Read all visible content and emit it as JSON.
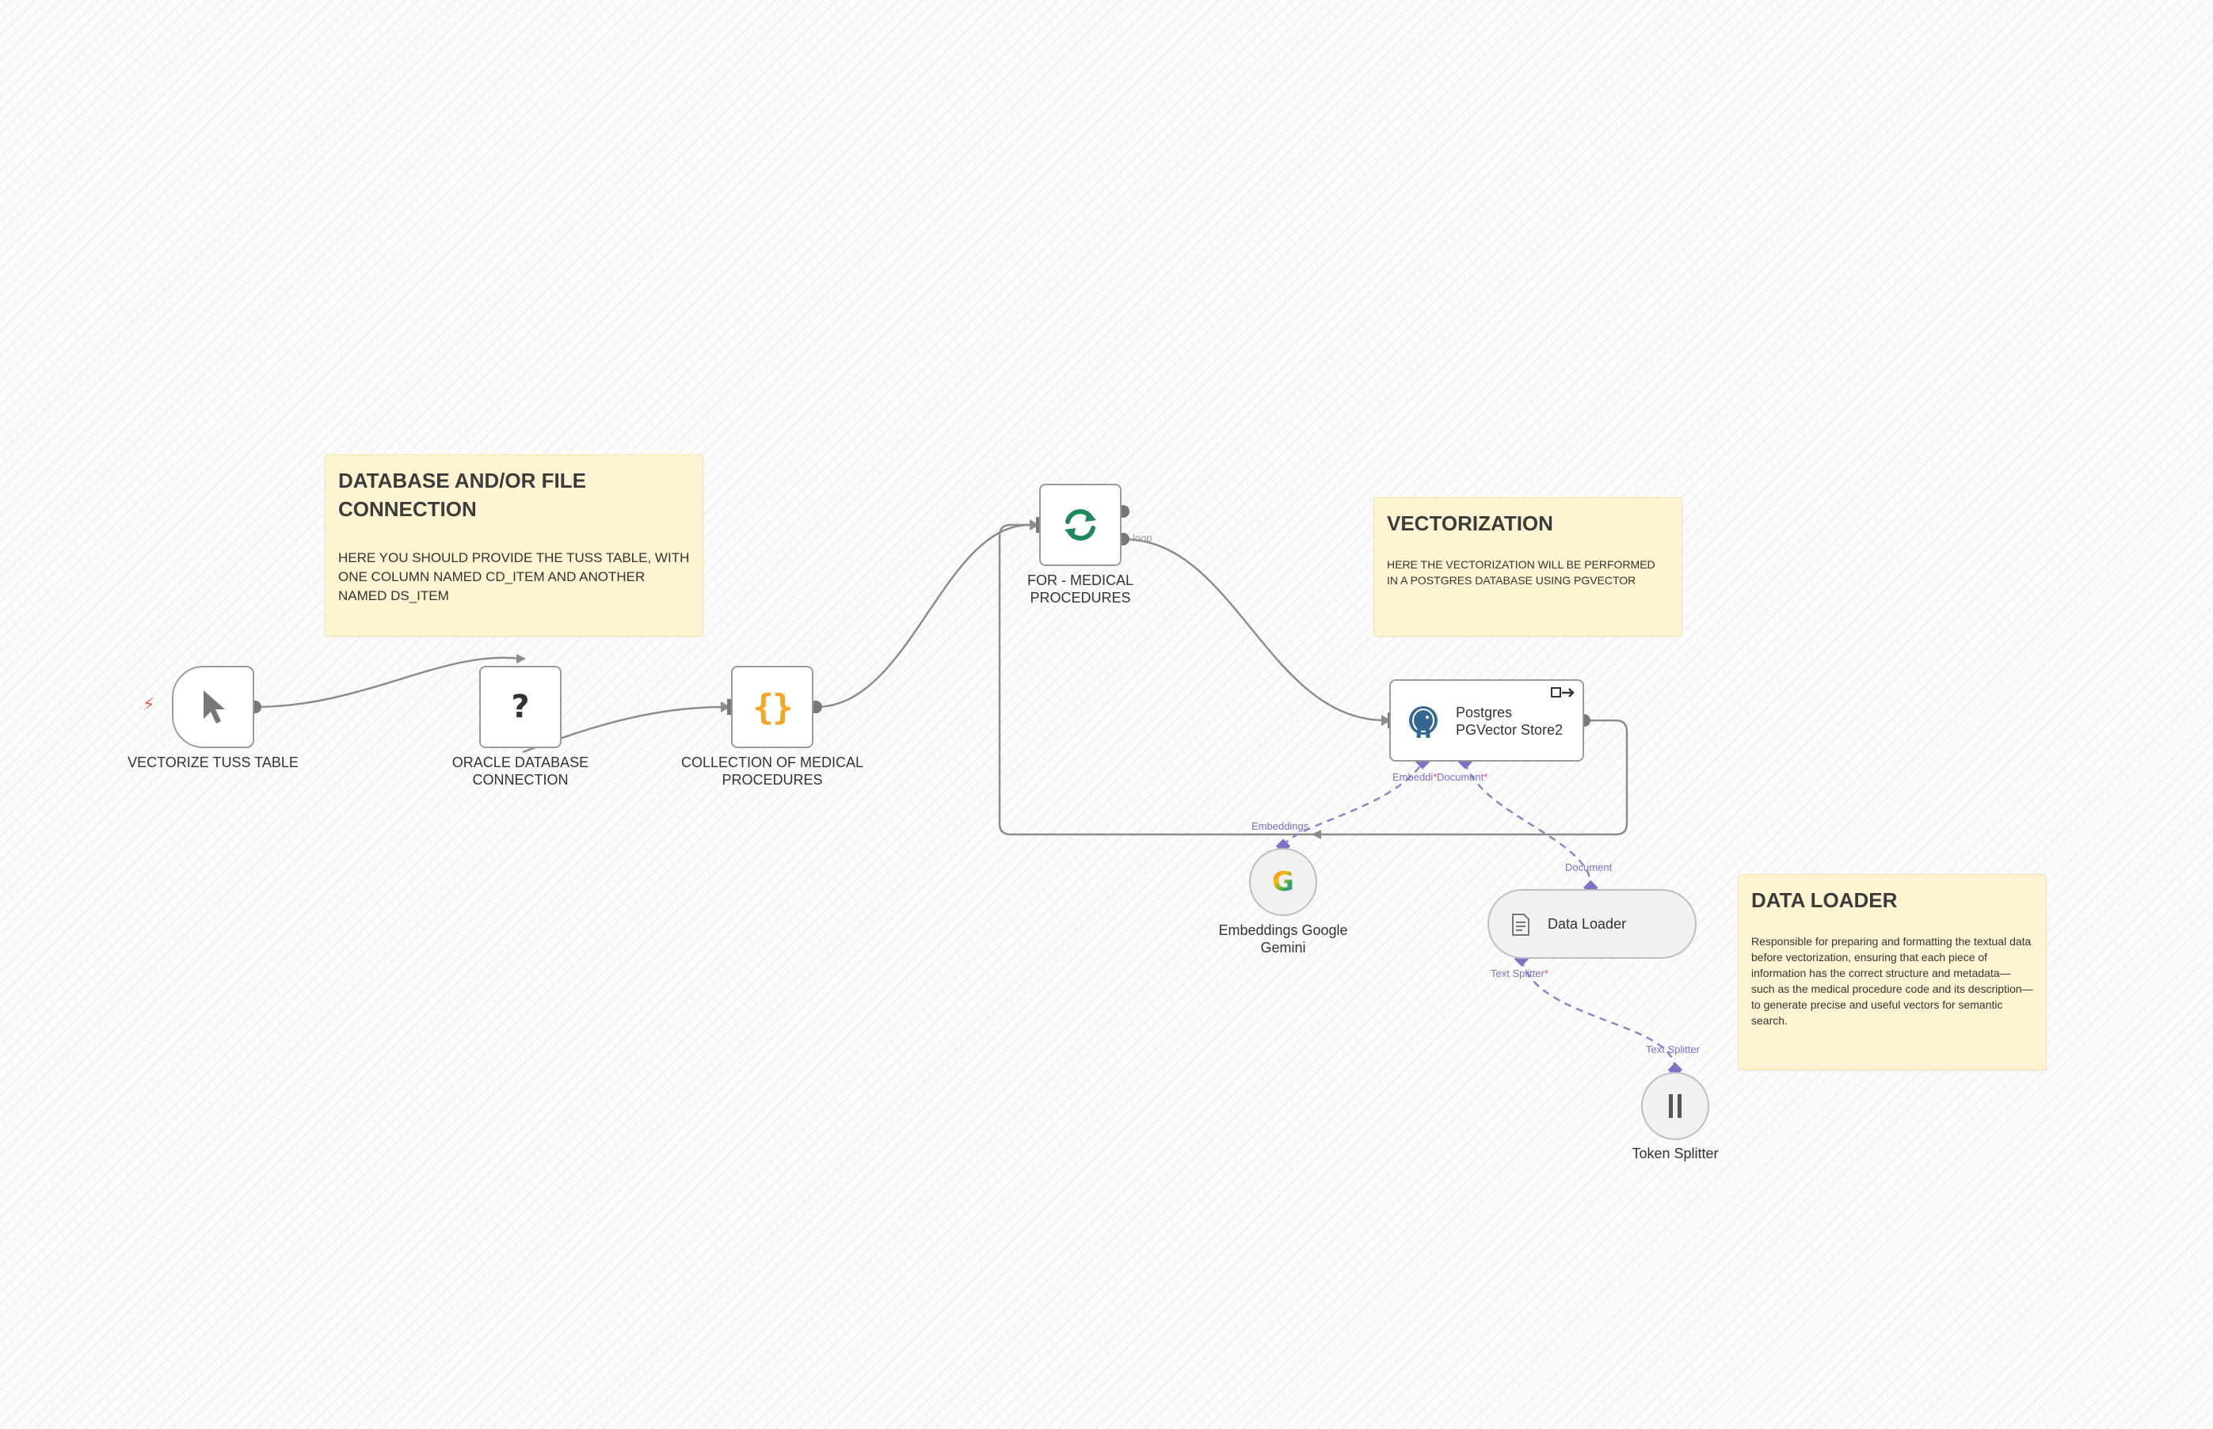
{
  "notes": {
    "database": {
      "title": "DATABASE AND/OR FILE CONNECTION",
      "body": "HERE YOU SHOULD PROVIDE THE TUSS TABLE, WITH ONE COLUMN NAMED CD_ITEM AND ANOTHER NAMED DS_ITEM"
    },
    "vectorization": {
      "title": "VECTORIZATION",
      "body": "HERE THE VECTORIZATION WILL BE PERFORMED IN A POSTGRES DATABASE USING PGVECTOR"
    },
    "data_loader": {
      "title": "DATA LOADER",
      "body": "Responsible for preparing and formatting the textual data before vectorization, ensuring that each piece of information has the correct structure and metadata—such as the medical procedure code and its description—to generate precise and useful vectors for semantic search."
    }
  },
  "nodes": {
    "trigger": {
      "label": "VECTORIZE TUSS TABLE",
      "icon": "cursor-icon"
    },
    "oracle": {
      "label": "ORACLE DATABASE CONNECTION",
      "icon": "question-icon",
      "symbol": "?"
    },
    "collection": {
      "label": "COLLECTION OF MEDICAL PROCEDURES",
      "icon": "braces-icon",
      "symbol": "{}"
    },
    "loop": {
      "label": "FOR - MEDICAL PROCEDURES",
      "icon": "refresh-icon",
      "port_loop": "loop"
    },
    "pgvector": {
      "label_line1": "Postgres",
      "label_line2": "PGVector Store2",
      "icon": "postgres-elephant-icon",
      "badge_icon": "insert-arrow-icon",
      "port_embedding": "Embeddi",
      "port_document": "Document",
      "port_req": "*"
    },
    "embeddings": {
      "label": "Embeddings Google Gemini",
      "icon": "google-icon",
      "port": "Embeddings",
      "letter": "G"
    },
    "data_loader": {
      "label": "Data Loader",
      "icon": "document-icon",
      "port_top": "Document",
      "port_bottom": "Text Splitter",
      "port_req": "*"
    },
    "token_splitter": {
      "label": "Token Splitter",
      "icon": "pause-bars-icon",
      "port": "Text Splitter"
    }
  },
  "colors": {
    "sticky_bg": "#fff4d1",
    "node_border": "#9a9a9a",
    "edge": "#8c8c8c",
    "ai_edge": "#8a85c6",
    "trigger_bolt": "#ef5a4c",
    "braces": "#f5a623",
    "loop_icon": "#1b8a5a"
  }
}
